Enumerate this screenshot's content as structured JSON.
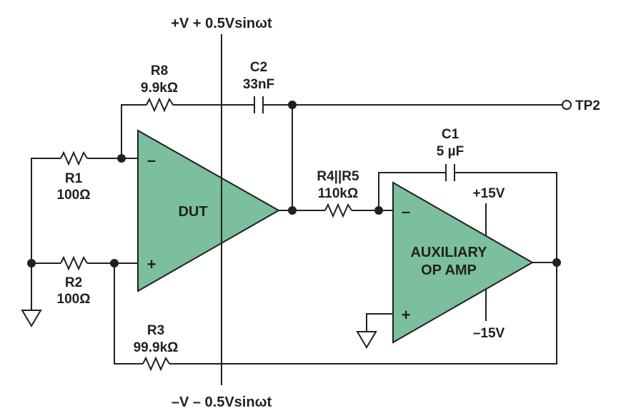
{
  "supply_top": "+V + 0.5Vsinωt",
  "supply_bottom": "–V – 0.5Vsinωt",
  "r8": {
    "name": "R8",
    "value": "9.9kΩ"
  },
  "c2": {
    "name": "C2",
    "value": "33nF"
  },
  "tp2": "TP2",
  "r1": {
    "name": "R1",
    "value": "100Ω"
  },
  "r2": {
    "name": "R2",
    "value": "100Ω"
  },
  "r3": {
    "name": "R3",
    "value": "99.9kΩ"
  },
  "r4r5": {
    "name": "R4||R5",
    "value": "110kΩ"
  },
  "c1": {
    "name": "C1",
    "value": "5 µF"
  },
  "dut": {
    "label": "DUT",
    "minus": "–",
    "plus": "+"
  },
  "aux": {
    "label_line1": "AUXILIARY",
    "label_line2": "OP AMP",
    "minus": "–",
    "plus": "+",
    "vpos": "+15V",
    "vneg": "–15V"
  },
  "colors": {
    "amplifier_fill": "#7bbf9e",
    "line": "#231f20"
  }
}
